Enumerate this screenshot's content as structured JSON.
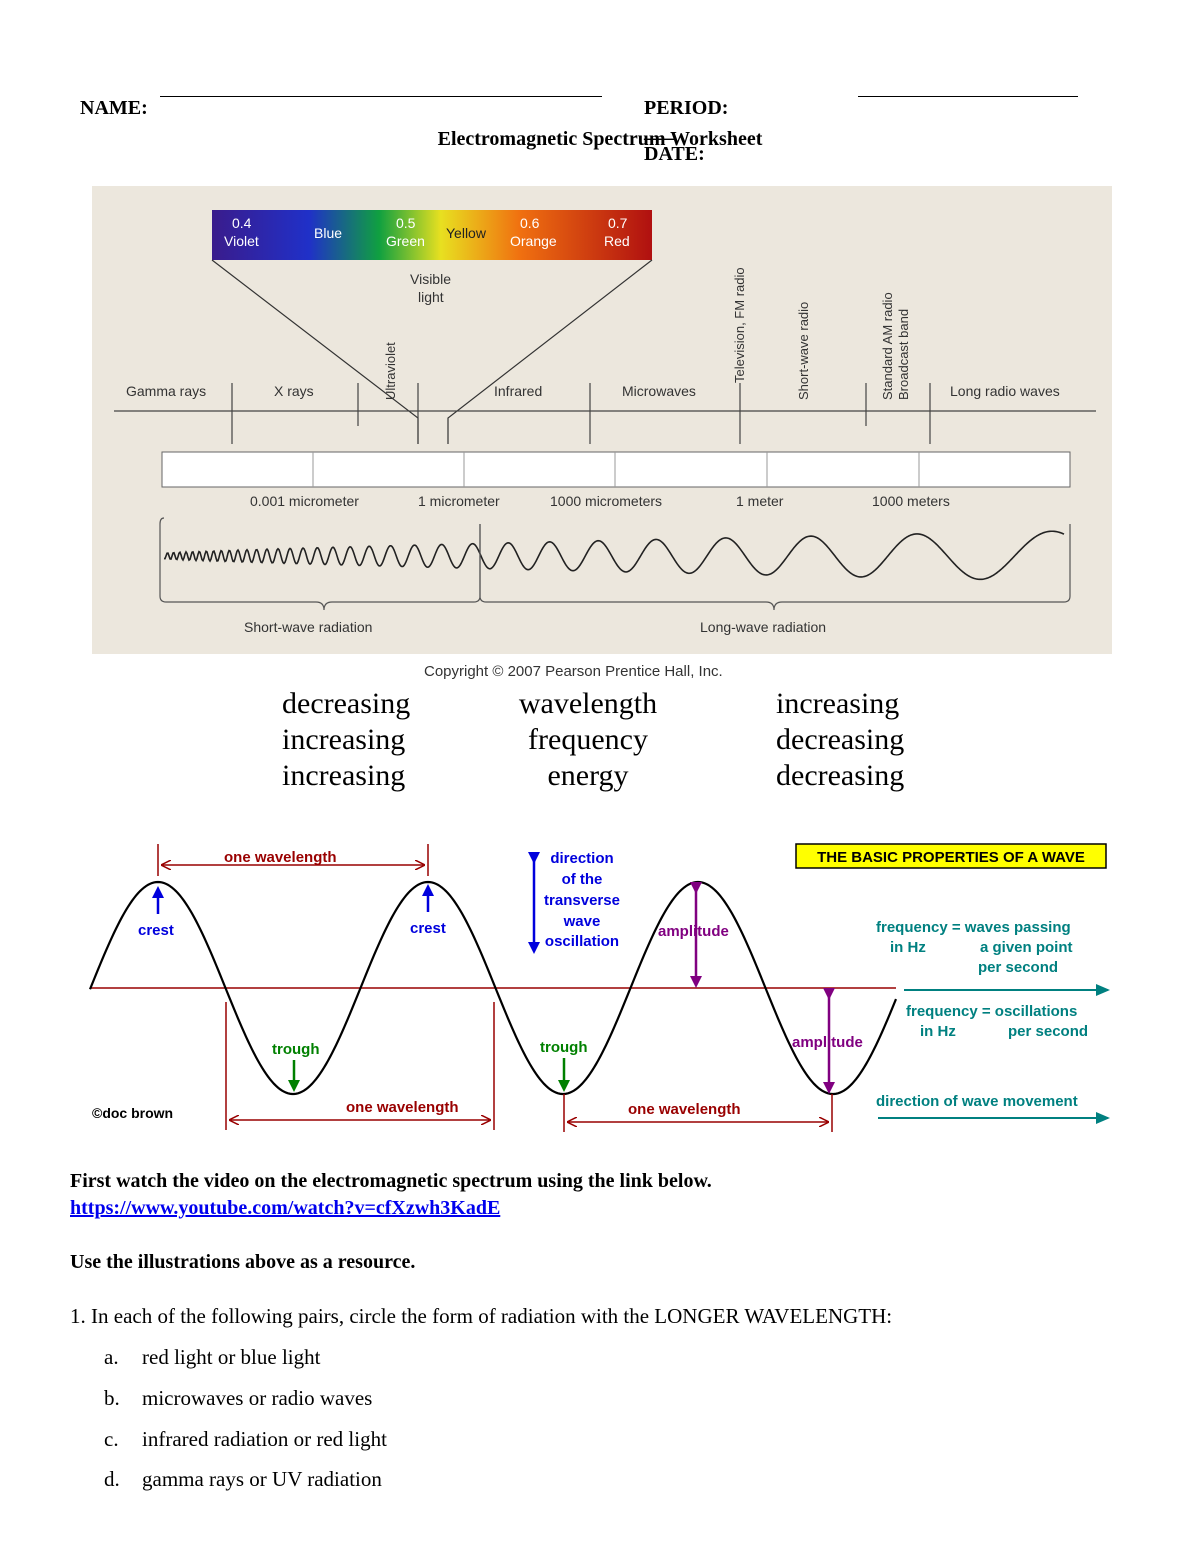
{
  "header": {
    "name_label": "NAME:",
    "period_label": "PERIOD:",
    "period_blank": "___",
    "date_label": "DATE:"
  },
  "title": "Electromagnetic Spectrum Worksheet",
  "spectrum": {
    "visible_bar": {
      "ticks": [
        "0.4",
        "0.5",
        "0.6",
        "0.7"
      ],
      "colors": [
        "Violet",
        "Blue",
        "Green",
        "Yellow",
        "Orange",
        "Red"
      ]
    },
    "visible_label": [
      "Visible",
      "light"
    ],
    "vertical_labels": [
      "Ultraviolet",
      "Television, FM radio",
      "Short-wave radio",
      "Standard AM radio",
      "Broadcast band"
    ],
    "regions": [
      "Gamma rays",
      "X rays",
      "Infrared",
      "Microwaves",
      "Long radio waves"
    ],
    "scale": [
      "0.001 micrometer",
      "1 micrometer",
      "1000 micrometers",
      "1 meter",
      "1000 meters"
    ],
    "brackets": [
      "Short-wave radiation",
      "Long-wave radiation"
    ],
    "copyright": "Copyright © 2007 Pearson Prentice Hall, Inc."
  },
  "trends": {
    "left": [
      "decreasing",
      "increasing",
      "increasing"
    ],
    "middle": [
      "wavelength",
      "frequency",
      "energy"
    ],
    "right": [
      "increasing",
      "decreasing",
      "decreasing"
    ]
  },
  "wave": {
    "title_box": "THE BASIC PROPERTIES OF A WAVE",
    "one_wavelength": "one wavelength",
    "crest": "crest",
    "trough": "trough",
    "amplitude": "amplitude",
    "direction_osc": [
      "direction",
      "of the",
      "transverse",
      "wave",
      "oscillation"
    ],
    "freq1": [
      "frequency = waves passing",
      "in Hz",
      "a given point",
      "per second"
    ],
    "freq2": [
      "frequency = oscillations",
      "in Hz",
      "per second"
    ],
    "movement": "direction of wave movement",
    "credit": "©doc brown"
  },
  "instructions": {
    "watch": "First watch the video on the electromagnetic spectrum using the link below.",
    "link": "https://www.youtube.com/watch?v=cfXzwh3KadE",
    "resource": "Use the illustrations above as a resource."
  },
  "question1": {
    "text": "1. In each of the following pairs, circle the form of radiation with the LONGER WAVELENGTH:",
    "options": [
      {
        "letter": "a.",
        "text": "red light or blue light"
      },
      {
        "letter": "b.",
        "text": "microwaves or radio waves"
      },
      {
        "letter": "c.",
        "text": "infrared radiation or red light"
      },
      {
        "letter": "d.",
        "text": "gamma rays or UV radiation"
      }
    ]
  },
  "colors": {
    "diagram_bg": "#ece7dd",
    "wave_red": "#990000",
    "arrow_blue": "#0000dd",
    "trough_green": "#008000",
    "amp_purple": "#800080",
    "teal": "#008080",
    "title_yellow": "#ffff00"
  }
}
